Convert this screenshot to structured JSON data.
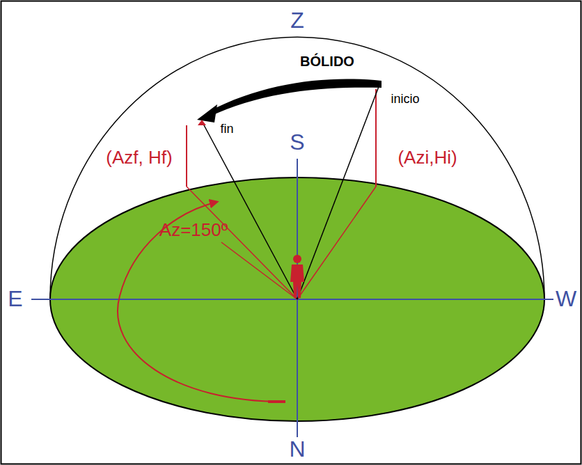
{
  "diagram": {
    "labels": [
      "Z",
      "BÓLIDO",
      "inicio",
      "fin",
      "(Azf, Hf)",
      "S",
      "(Azi,Hi)",
      "Az=150º",
      "E",
      "W",
      "N"
    ]
  }
}
